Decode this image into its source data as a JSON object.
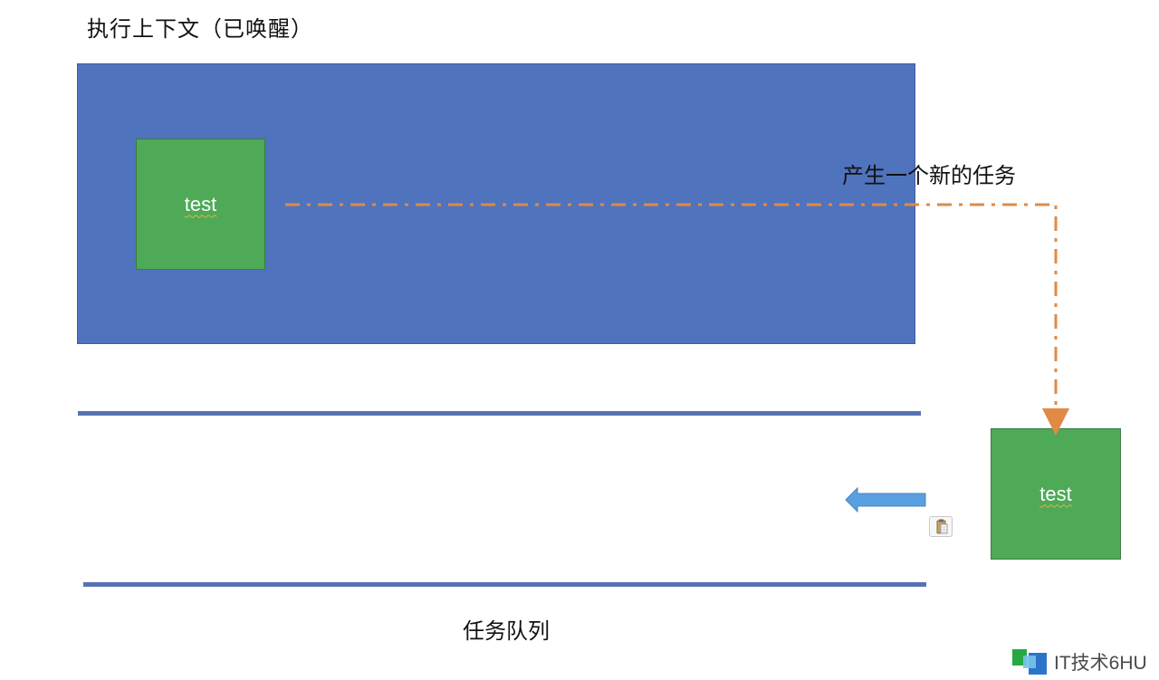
{
  "title": "执行上下文（已唤醒）",
  "context": {
    "test_label": "test"
  },
  "flow": {
    "new_task_label": "产生一个新的任务"
  },
  "new_task": {
    "test_label": "test"
  },
  "queue": {
    "label": "任务队列"
  },
  "watermark": {
    "text": "IT技术6HU"
  },
  "icons": {
    "paste": "paste-options-icon",
    "arrow": "left-arrow-icon",
    "logo": "logo-icon"
  },
  "colors": {
    "context_fill": "#5073bd",
    "task_fill": "#4eaa57",
    "flow_line": "#e08a45",
    "queue_line": "#5672b4",
    "arrow_fill": "#5aa0e0"
  }
}
